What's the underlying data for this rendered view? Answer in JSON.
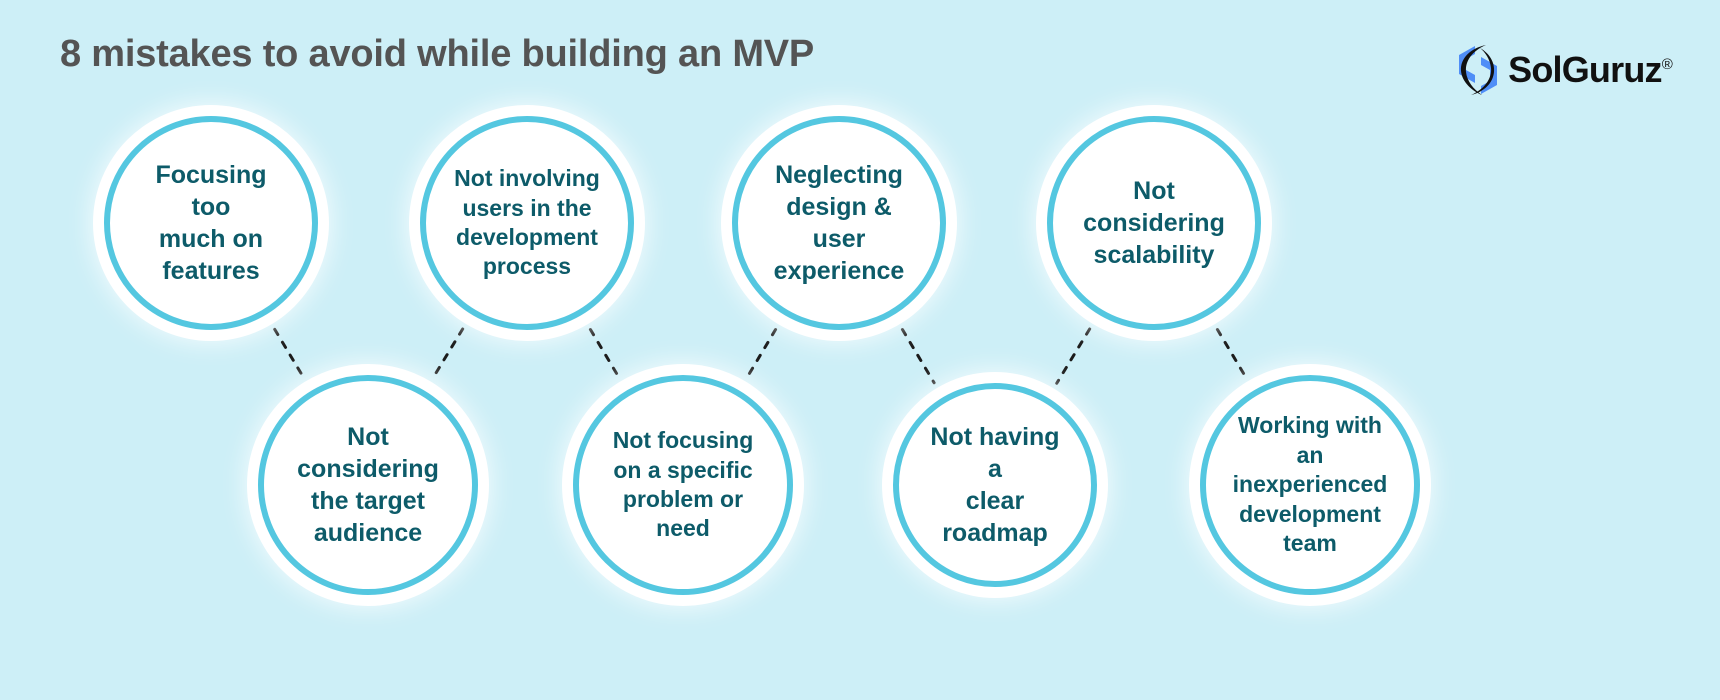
{
  "header": {
    "title": "8 mistakes to avoid while building an MVP",
    "logo_text": "SolGuruz",
    "logo_registered": "®",
    "logo_mark_name": "solguruz-hexagon-swoosh-logo"
  },
  "theme": {
    "background": "#cdeff7",
    "circle_border": "#54c7e0",
    "circle_fill": "#ffffff",
    "circle_text": "#0d5b69",
    "title_text": "#545454",
    "connector": "#1a1a1a",
    "logo_blue": "#4f8ef7",
    "logo_black": "#111111"
  },
  "mistakes": [
    {
      "id": 1,
      "row": "top",
      "label": "Focusing too\nmuch on\nfeatures"
    },
    {
      "id": 2,
      "row": "top",
      "label": "Not involving\nusers in the\ndevelopment\nprocess"
    },
    {
      "id": 3,
      "row": "top",
      "label": "Neglecting\ndesign & user\nexperience"
    },
    {
      "id": 4,
      "row": "top",
      "label": "Not\nconsidering\nscalability"
    },
    {
      "id": 5,
      "row": "bottom",
      "label": "Not\nconsidering\nthe target\naudience"
    },
    {
      "id": 6,
      "row": "bottom",
      "label": "Not focusing\non a specific\nproblem or\nneed"
    },
    {
      "id": 7,
      "row": "bottom",
      "label": "Not having a\nclear roadmap"
    },
    {
      "id": 8,
      "row": "bottom",
      "label": "Working with an\ninexperienced\ndevelopment\nteam"
    }
  ],
  "connectors": [
    {
      "from": 1,
      "to": 5
    },
    {
      "from": 2,
      "to": 5
    },
    {
      "from": 2,
      "to": 6
    },
    {
      "from": 3,
      "to": 6
    },
    {
      "from": 3,
      "to": 7
    },
    {
      "from": 4,
      "to": 7
    },
    {
      "from": 4,
      "to": 8
    }
  ]
}
